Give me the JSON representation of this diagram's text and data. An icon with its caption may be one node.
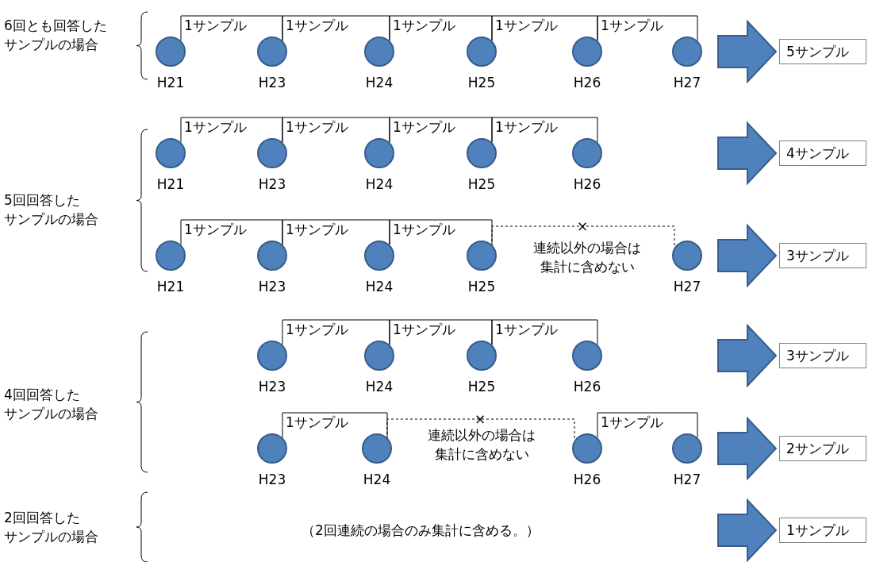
{
  "diagram": {
    "nodes": [
      {
        "text": [],
        "shape": "circle",
        "beside": [
          "H21"
        ]
      },
      {
        "text": [],
        "shape": "circle",
        "beside": [
          "H23"
        ]
      },
      {
        "text": [],
        "shape": "circle",
        "beside": [
          "H24"
        ]
      },
      {
        "text": [],
        "shape": "circle",
        "beside": [
          "H25"
        ]
      },
      {
        "text": [],
        "shape": "circle",
        "beside": [
          "H26"
        ]
      },
      {
        "text": [],
        "shape": "circle",
        "beside": [
          "H27"
        ]
      },
      {
        "text": [
          "5サンプル"
        ]
      },
      {
        "text": [],
        "shape": "circle",
        "beside": [
          "H21"
        ]
      },
      {
        "text": [],
        "shape": "circle",
        "beside": [
          "H23"
        ]
      },
      {
        "text": [],
        "shape": "circle",
        "beside": [
          "H24"
        ]
      },
      {
        "text": [],
        "shape": "circle",
        "beside": [
          "H25"
        ]
      },
      {
        "text": [],
        "shape": "circle",
        "beside": [
          "H26"
        ]
      },
      {
        "text": [
          "4サンプル"
        ]
      },
      {
        "text": [],
        "shape": "circle",
        "beside": [
          "H21"
        ]
      },
      {
        "text": [],
        "shape": "circle",
        "beside": [
          "H23"
        ]
      },
      {
        "text": [],
        "shape": "circle",
        "beside": [
          "H24"
        ]
      },
      {
        "text": [],
        "shape": "circle",
        "beside": [
          "H25"
        ]
      },
      {
        "text": [],
        "shape": "circle",
        "beside": [
          "H27"
        ]
      },
      {
        "text": [
          "3サンプル"
        ]
      },
      {
        "text": [],
        "shape": "circle",
        "beside": [
          "H23"
        ]
      },
      {
        "text": [],
        "shape": "circle",
        "beside": [
          "H24"
        ]
      },
      {
        "text": [],
        "shape": "circle",
        "beside": [
          "H25"
        ]
      },
      {
        "text": [],
        "shape": "circle",
        "beside": [
          "H26"
        ]
      },
      {
        "text": [
          "3サンプル"
        ]
      },
      {
        "text": [],
        "shape": "circle",
        "beside": [
          "H23"
        ]
      },
      {
        "text": [],
        "shape": "circle",
        "beside": [
          "H24"
        ]
      },
      {
        "text": [],
        "shape": "circle",
        "beside": [
          "H26"
        ]
      },
      {
        "text": [],
        "shape": "circle",
        "beside": [
          "H27"
        ]
      },
      {
        "text": [
          "2サンプル"
        ]
      },
      {
        "text": [
          "1サンプル"
        ]
      }
    ],
    "edges": [
      {
        "from": 0,
        "to": 1,
        "arrow": "none",
        "label": "1サンプル"
      },
      {
        "from": 1,
        "to": 2,
        "arrow": "none",
        "label": "1サンプル"
      },
      {
        "from": 2,
        "to": 3,
        "arrow": "none",
        "label": "1サンプル"
      },
      {
        "from": 3,
        "to": 4,
        "arrow": "none",
        "label": "1サンプル"
      },
      {
        "from": 4,
        "to": 5,
        "arrow": "none",
        "label": "1サンプル"
      },
      {
        "from": null,
        "to": 6,
        "arrow": "to",
        "style": "thick"
      },
      {
        "from": 7,
        "to": 8,
        "arrow": "none",
        "label": "1サンプル"
      },
      {
        "from": 8,
        "to": 9,
        "arrow": "none",
        "label": "1サンプル"
      },
      {
        "from": 9,
        "to": 10,
        "arrow": "none",
        "label": "1サンプル"
      },
      {
        "from": 10,
        "to": 11,
        "arrow": "none",
        "label": "1サンプル"
      },
      {
        "from": null,
        "to": 12,
        "arrow": "to",
        "style": "thick"
      },
      {
        "from": 13,
        "to": 14,
        "arrow": "none",
        "label": "1サンプル"
      },
      {
        "from": 14,
        "to": 15,
        "arrow": "none",
        "label": "1サンプル"
      },
      {
        "from": 15,
        "to": 16,
        "arrow": "none",
        "label": "1サンプル"
      },
      {
        "from": 16,
        "to": 17,
        "arrow": "none",
        "label": "×",
        "style": "dashed"
      },
      {
        "from": null,
        "to": 18,
        "arrow": "to",
        "style": "thick"
      },
      {
        "from": 19,
        "to": 20,
        "arrow": "none",
        "label": "1サンプル"
      },
      {
        "from": 20,
        "to": 21,
        "arrow": "none",
        "label": "1サンプル"
      },
      {
        "from": 21,
        "to": 22,
        "arrow": "none",
        "label": "1サンプル"
      },
      {
        "from": null,
        "to": 23,
        "arrow": "to",
        "style": "thick"
      },
      {
        "from": 24,
        "to": 25,
        "arrow": "none",
        "label": "1サンプル"
      },
      {
        "from": 25,
        "to": 26,
        "arrow": "none",
        "label": "×",
        "style": "dashed"
      },
      {
        "from": 26,
        "to": 27,
        "arrow": "none",
        "label": "1サンプル"
      },
      {
        "from": null,
        "to": 28,
        "arrow": "to",
        "style": "thick"
      },
      {
        "from": null,
        "to": 29,
        "arrow": "to",
        "style": "thick"
      }
    ],
    "labels": [
      "6回とも回答したサンプルの場合",
      "5回回答したサンプルの場合",
      "連続以外の場合は集計に含めない",
      "4回回答したサンプルの場合",
      "連続以外の場合は集計に含めない",
      "2回回答したサンプルの場合",
      "（2回連続の場合のみ集計に含める。）"
    ]
  }
}
